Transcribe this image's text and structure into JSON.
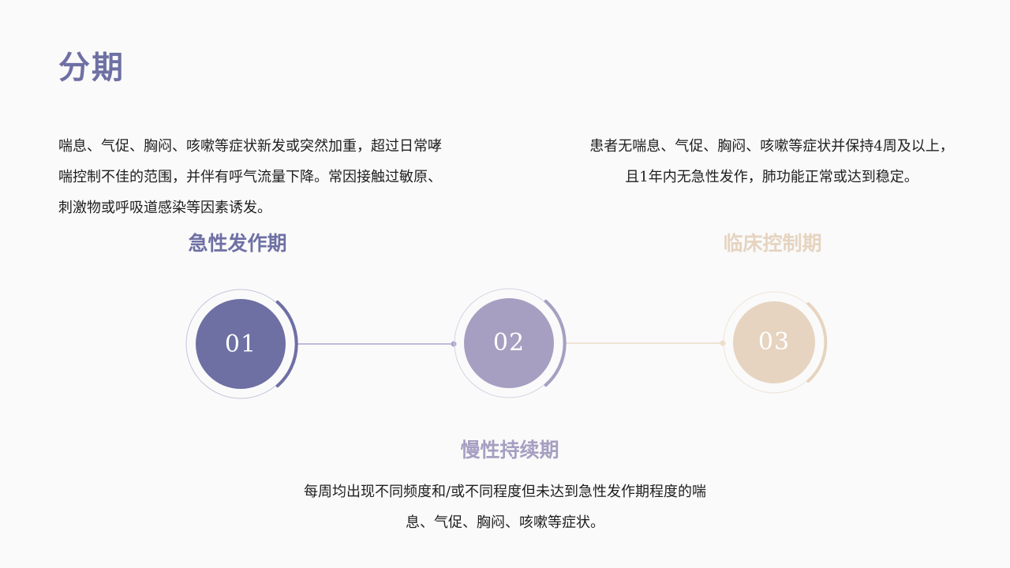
{
  "title": "分期",
  "colors": {
    "stage1": "#6e70a4",
    "stage2": "#a69fc1",
    "stage3": "#e6d4c0",
    "connector1": "#a8a8d0",
    "connector2": "#ecdccb"
  },
  "stages": [
    {
      "number": "01",
      "name": "急性发作期",
      "description": "喘息、气促、胸闷、咳嗽等症状新发或突然加重，超过日常哮喘控制不佳的范围，并伴有呼气流量下降。常因接触过敏原、刺激物或呼吸道感染等因素诱发。"
    },
    {
      "number": "02",
      "name": "慢性持续期",
      "description": "每周均出现不同频度和/或不同程度但未达到急性发作期程度的喘息、气促、胸闷、咳嗽等症状。"
    },
    {
      "number": "03",
      "name": "临床控制期",
      "description": "患者无喘息、气促、胸闷、咳嗽等症状并保持4周及以上，且1年内无急性发作，肺功能正常或达到稳定。"
    }
  ]
}
